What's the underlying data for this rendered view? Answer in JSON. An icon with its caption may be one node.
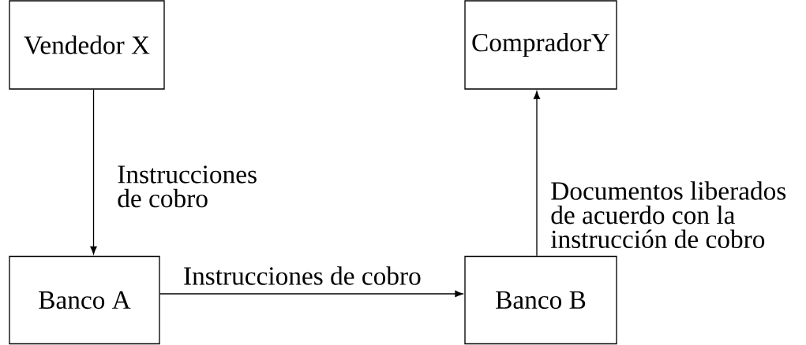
{
  "diagram": {
    "nodes": [
      {
        "text": [
          "Vendedor X"
        ]
      },
      {
        "text": [
          "CompradorY"
        ]
      },
      {
        "text": [
          "Banco A"
        ]
      },
      {
        "text": [
          "Banco B"
        ]
      }
    ],
    "edges": [
      {
        "from": 0,
        "to": 2,
        "arrow": "to",
        "label": "Instrucciones de cobro"
      },
      {
        "from": 2,
        "to": 3,
        "arrow": "to",
        "label": "Instrucciones de cobro"
      },
      {
        "from": 3,
        "to": 1,
        "arrow": "to",
        "label": "Documentos liberados de acuerdo con la instrucción de cobro"
      }
    ]
  }
}
